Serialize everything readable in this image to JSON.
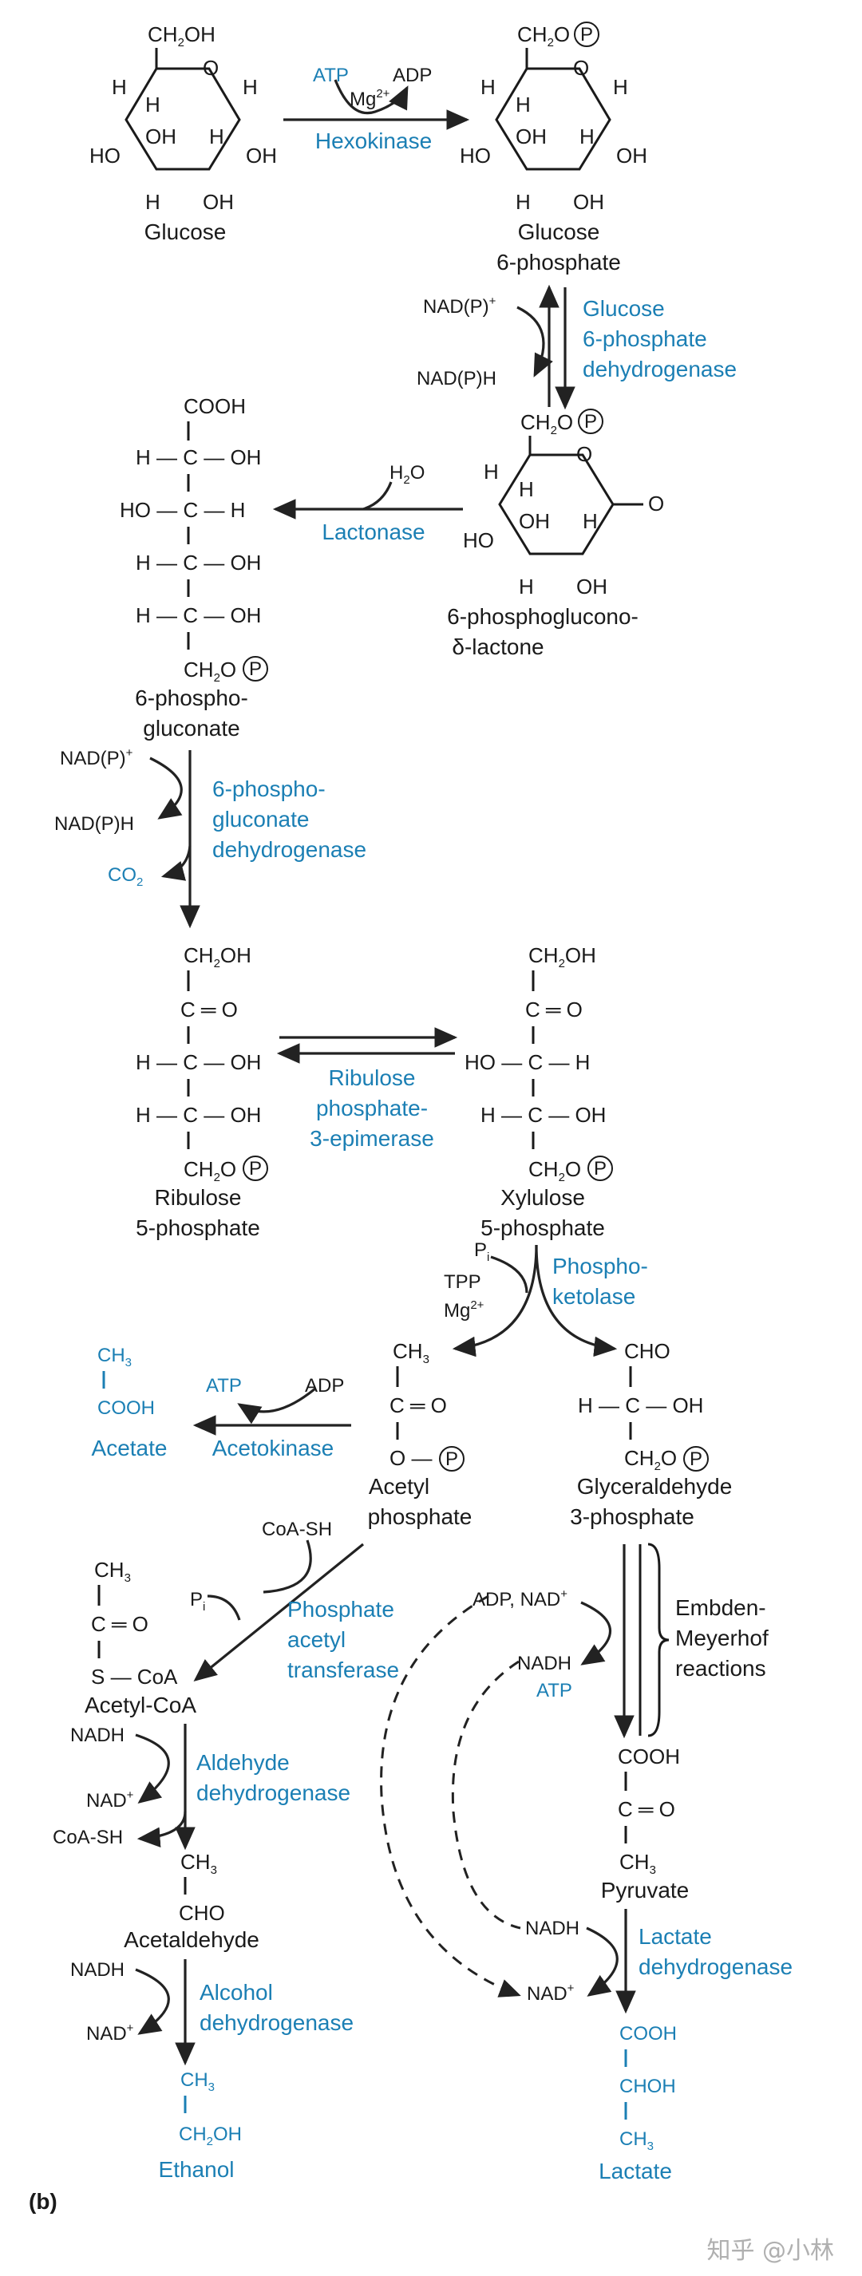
{
  "figure": {
    "panel_label": "(b)",
    "watermark": "知乎 @小林"
  },
  "glucose": {
    "name": "Glucose",
    "atoms": {
      "ch2oh": "CH",
      "ch2oh_sub": "2",
      "ch2oh_end": "OH",
      "ring_o": "O",
      "h": "H",
      "oh": "OH",
      "ho": "HO"
    }
  },
  "hexokinase": {
    "enzyme": "Hexokinase",
    "atp": "ATP",
    "adp": "ADP",
    "mg": "Mg",
    "mg_sup": "2+"
  },
  "g6p": {
    "name_line1": "Glucose",
    "name_line2": "6-phosphate",
    "atoms": {
      "ch2o": "CH",
      "ch2o_sub": "2",
      "o": "O",
      "p": "P"
    }
  },
  "g6pdh": {
    "enzyme_line1": "Glucose",
    "enzyme_line2": "6-phosphate",
    "enzyme_line3": "dehydrogenase",
    "cofactor_in": "NAD(P)",
    "cofactor_in_sup": "+",
    "cofactor_out": "NAD(P)H"
  },
  "lactone": {
    "name_line1": "6-phosphoglucono-",
    "name_line2": "δ-lactone",
    "carbonyl": "O"
  },
  "lactonase": {
    "enzyme": "Lactonase",
    "water": "H",
    "water_sub": "2",
    "water_end": "O"
  },
  "gluconate": {
    "name_line1": "6-phospho-",
    "name_line2": "gluconate",
    "cooh": "COOH",
    "rows": [
      "H — C — OH",
      "HO — C — H",
      "H — C — OH",
      "H — C — OH"
    ]
  },
  "6pgdh": {
    "enzyme_line1": "6-phospho-",
    "enzyme_line2": "gluconate",
    "enzyme_line3": "dehydrogenase",
    "cofactor_in": "NAD(P)",
    "cofactor_in_sup": "+",
    "cofactor_out": "NAD(P)H",
    "co2": "CO",
    "co2_sub": "2"
  },
  "ribulose5p": {
    "name_line1": "Ribulose",
    "name_line2": "5-phosphate",
    "rows": [
      "C ═ O",
      "H — C — OH",
      "H — C — OH"
    ]
  },
  "epimerase": {
    "enzyme_line1": "Ribulose",
    "enzyme_line2": "phosphate-",
    "enzyme_line3": "3-epimerase"
  },
  "xylulose5p": {
    "name_line1": "Xylulose",
    "name_line2": "5-phosphate",
    "rows": [
      "C ═ O",
      "HO — C — H",
      "H — C — OH"
    ]
  },
  "phosphoketolase": {
    "enzyme_line1": "Phospho-",
    "enzyme_line2": "ketolase",
    "pi": "P",
    "pi_sub": "i",
    "tpp": "TPP",
    "mg": "Mg",
    "mg_sup": "2+"
  },
  "acetyl_phosphate": {
    "name_line1": "Acetyl",
    "name_line2": "phosphate",
    "ch3": "CH",
    "ch3_sub": "3",
    "co": "C ═ O",
    "o": "O —"
  },
  "g3p": {
    "name_line1": "Glyceraldehyde",
    "name_line2": "3-phosphate",
    "cho": "CHO",
    "row": "H — C — OH"
  },
  "acetokinase": {
    "enzyme": "Acetokinase",
    "atp": "ATP",
    "adp": "ADP"
  },
  "acetate": {
    "name": "Acetate",
    "ch3": "CH",
    "ch3_sub": "3",
    "cooh": "COOH"
  },
  "pta": {
    "enzyme_line1": "Phosphate",
    "enzyme_line2": "acetyl",
    "enzyme_line3": "transferase",
    "coash": "CoA-SH",
    "pi": "P",
    "pi_sub": "i"
  },
  "acetyl_coa": {
    "name": "Acetyl-CoA",
    "co": "C ═ O",
    "s": "S — CoA"
  },
  "embden": {
    "label_line1": "Embden-",
    "label_line2": "Meyerhof",
    "label_line3": "reactions",
    "adp_nad": "ADP, NAD",
    "adp_nad_sup": "+",
    "nadh": "NADH",
    "atp": "ATP"
  },
  "pyruvate": {
    "name": "Pyruvate",
    "cooh": "COOH",
    "co": "C ═ O"
  },
  "ald_dh": {
    "enzyme_line1": "Aldehyde",
    "enzyme_line2": "dehydrogenase",
    "nadh": "NADH",
    "nad": "NAD",
    "nad_sup": "+",
    "coash": "CoA-SH"
  },
  "acetaldehyde": {
    "name": "Acetaldehyde",
    "cho": "CHO"
  },
  "ldh": {
    "enzyme_line1": "Lactate",
    "enzyme_line2": "dehydrogenase",
    "nadh": "NADH",
    "nad": "NAD",
    "nad_sup": "+"
  },
  "alc_dh": {
    "enzyme_line1": "Alcohol",
    "enzyme_line2": "dehydrogenase",
    "nadh": "NADH",
    "nad": "NAD",
    "nad_sup": "+"
  },
  "ethanol": {
    "name": "Ethanol",
    "ch2oh": "CH",
    "ch2oh_sub": "2",
    "ch2oh_end": "OH"
  },
  "lactate": {
    "name": "Lactate",
    "cooh": "COOH",
    "choh": "CHOH"
  },
  "colors": {
    "enzyme_blue": "#1b7fb4",
    "ink": "#1a1a1a"
  }
}
